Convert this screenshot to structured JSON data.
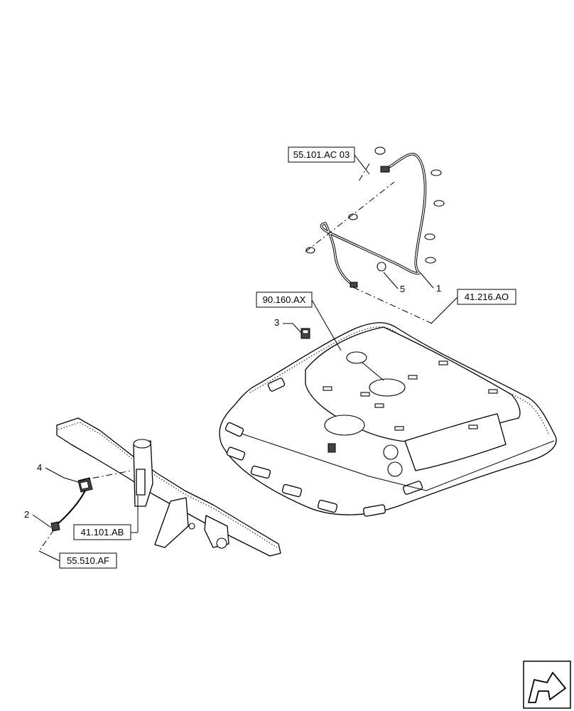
{
  "references": {
    "harness_ref": "55.101.AC 03",
    "headliner_ref": "90.160.AX",
    "roof_ref": "41.216.AO",
    "axle_ref": "41.101.AB",
    "sensor_ref": "55.510.AF"
  },
  "callouts": {
    "item1": "1",
    "item2": "2",
    "item3": "3",
    "item4": "4",
    "item5": "5"
  },
  "nav_icon": "next-page-arrow-icon"
}
